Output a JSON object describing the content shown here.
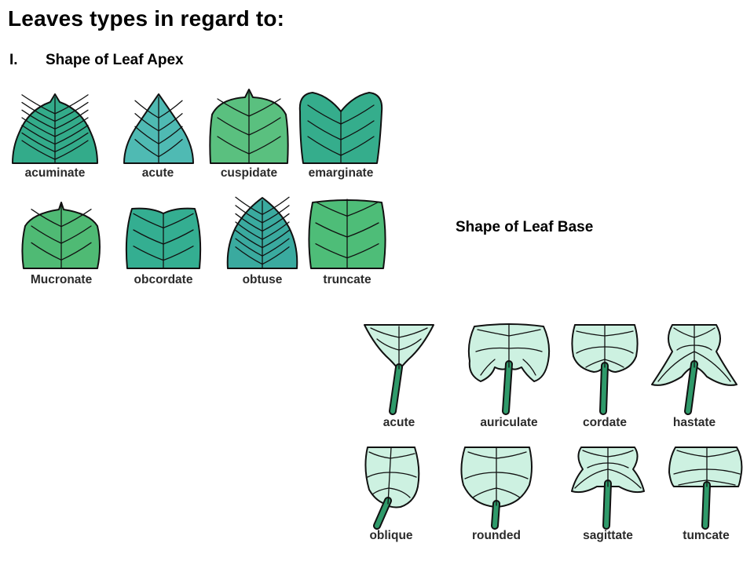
{
  "title": "Leaves types in regard to:",
  "apex_section": {
    "number": "I.",
    "heading": "Shape of Leaf Apex",
    "leaves": [
      {
        "label": "acuminate",
        "shape": "acuminate",
        "fill": "#33ab8a"
      },
      {
        "label": "acute",
        "shape": "acute-apex",
        "fill": "#4fbab3"
      },
      {
        "label": "cuspidate",
        "shape": "cuspidate",
        "fill": "#5ac07f"
      },
      {
        "label": "emarginate",
        "shape": "emarginate",
        "fill": "#35ad8c"
      },
      {
        "label": "Mucronate",
        "shape": "mucronate",
        "fill": "#4fba74"
      },
      {
        "label": "obcordate",
        "shape": "obcordate",
        "fill": "#34ae91"
      },
      {
        "label": "obtuse",
        "shape": "obtuse",
        "fill": "#3aaa9f"
      },
      {
        "label": "truncate",
        "shape": "truncate",
        "fill": "#4ebd78"
      }
    ]
  },
  "base_section": {
    "heading": "Shape of Leaf Base",
    "leaves": [
      {
        "label": "acute",
        "shape": "acute-base",
        "fill": "#cdf1e1"
      },
      {
        "label": "auriculate",
        "shape": "auriculate",
        "fill": "#cdf1e1"
      },
      {
        "label": "cordate",
        "shape": "cordate",
        "fill": "#cdf1e1"
      },
      {
        "label": "hastate",
        "shape": "hastate",
        "fill": "#cdf1e1"
      },
      {
        "label": "oblique",
        "shape": "oblique",
        "fill": "#cdf1e1"
      },
      {
        "label": "rounded",
        "shape": "rounded",
        "fill": "#cdf1e1"
      },
      {
        "label": "sagittate",
        "shape": "sagittate",
        "fill": "#cdf1e1"
      },
      {
        "label": "tumcate",
        "shape": "tumcate",
        "fill": "#cdf1e1"
      }
    ]
  },
  "colors": {
    "outline": "#111111",
    "petiole": "#2f9a6a",
    "label_text": "#2b2b2b"
  }
}
